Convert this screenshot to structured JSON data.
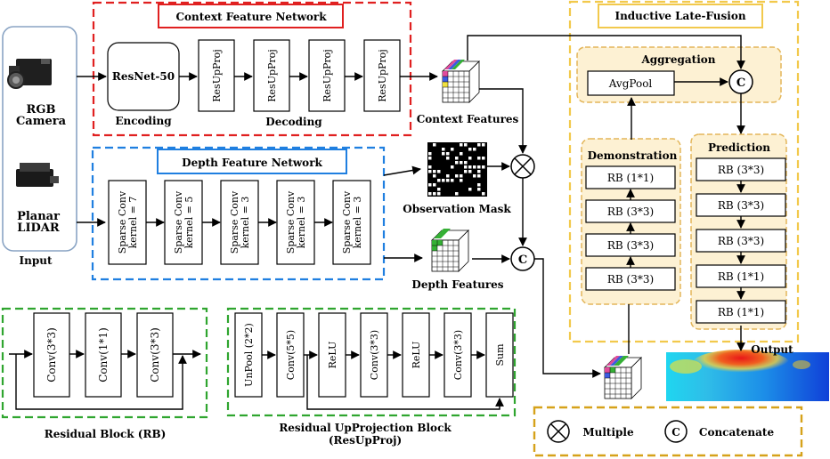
{
  "input": {
    "camera": "RGB\nCamera",
    "lidar": "Planar\nLIDAR",
    "label": "Input"
  },
  "context": {
    "title": "Context Feature Network",
    "encoder": "ResNet-50",
    "encoding_label": "Encoding",
    "decoding_label": "Decoding",
    "block": "ResUpProj",
    "block_count": 4,
    "features_label": "Context Features"
  },
  "depth": {
    "title": "Depth Feature Network",
    "convs": [
      "Sparse Conv\nkernel = 7",
      "Sparse Conv\nkernel = 5",
      "Sparse Conv\nkernel = 3",
      "Sparse Conv\nkernel = 3",
      "Sparse Conv\nkernel = 3"
    ],
    "mask_label": "Observation Mask",
    "features_label": "Depth Features"
  },
  "fusion": {
    "title": "Inductive Late-Fusion",
    "aggregation": "Aggregation",
    "avgpool": "AvgPool",
    "demonstration": "Demonstration",
    "demo_blocks": [
      "RB (1*1)",
      "RB (3*3)",
      "RB (3*3)",
      "RB (3*3)"
    ],
    "prediction": "Prediction",
    "pred_blocks": [
      "RB (3*3)",
      "RB (3*3)",
      "RB (3*3)",
      "RB (1*1)",
      "RB (1*1)"
    ],
    "output_label": "Output"
  },
  "operators": {
    "multiply_symbol": "×",
    "concat_symbol": "C"
  },
  "rb_block": {
    "layers": [
      "Conv(3*3)",
      "Conv(1*1)",
      "Conv(3*3)"
    ],
    "label": "Residual Block (RB)"
  },
  "resup_block": {
    "layers": [
      "UnPool (2*2)",
      "Conv(5*5)",
      "ReLU",
      "Conv(3*3)",
      "ReLU",
      "Conv(3*3)",
      "Sum"
    ],
    "label": "Residual UpProjection Block\n(ResUpProj)"
  },
  "legend": {
    "multiple": "Multiple",
    "concatenate": "Concatenate"
  },
  "colors": {
    "context_border": "#e02020",
    "depth_border": "#1f7fe0",
    "fusion_border": "#f2c94c",
    "block_border": "#2fa52f",
    "legend_border": "#d6a21a",
    "fusion_panel_fill": "#fdf1d3",
    "fusion_panel_border": "#e3b65a"
  }
}
